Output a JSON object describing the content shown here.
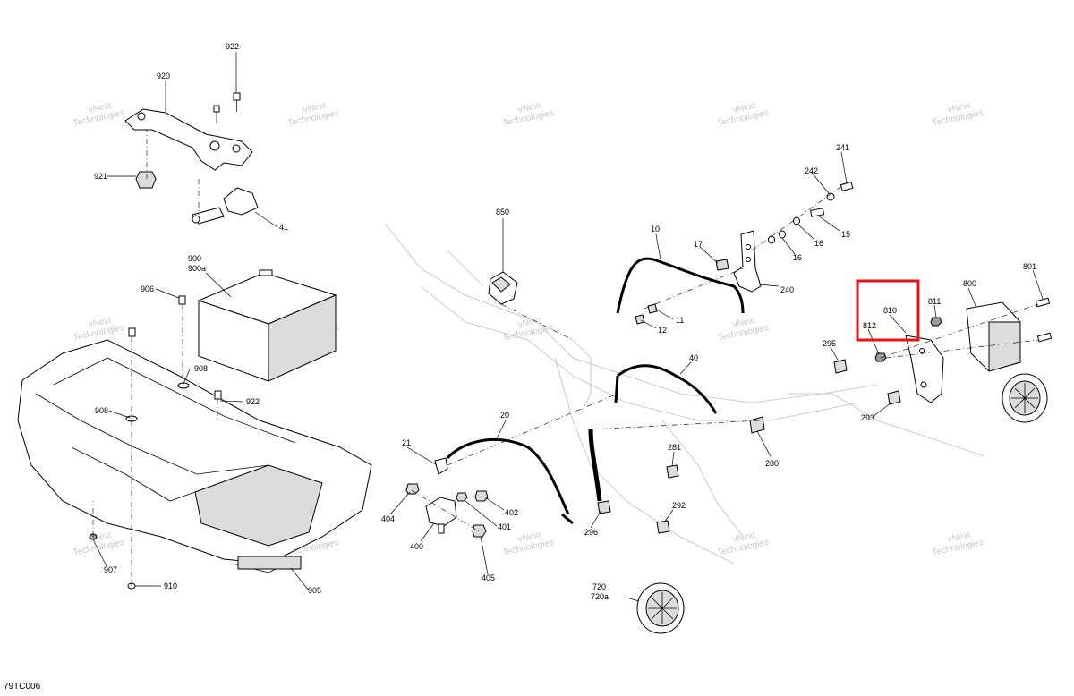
{
  "figure_code": "79TC006",
  "watermark": {
    "line1": "vNext",
    "line2": "Technologies"
  },
  "highlight_color": "#e0141b",
  "callouts": {
    "c922a": "922",
    "c920": "920",
    "c921": "921",
    "c41": "41",
    "c900": "900",
    "c900a": "900a",
    "c906": "906",
    "c908a": "908",
    "c908b": "908",
    "c922b": "922",
    "c907": "907",
    "c910": "910",
    "c905": "905",
    "c850": "850",
    "c10": "10",
    "c17": "17",
    "c11": "11",
    "c12": "12",
    "c40": "40",
    "c20": "20",
    "c21": "21",
    "c404": "404",
    "c400": "400",
    "c402": "402",
    "c401": "401",
    "c405": "405",
    "c296": "296",
    "c720": "720",
    "c720a": "720a",
    "c281": "281",
    "c292": "292",
    "c280": "280",
    "c241": "241",
    "c242": "242",
    "c15": "15",
    "c16a": "16",
    "c16b": "16",
    "c240": "240",
    "c295": "295",
    "c293": "293",
    "c810": "810",
    "c812": "812",
    "c811": "811",
    "c800": "800",
    "c801": "801"
  }
}
